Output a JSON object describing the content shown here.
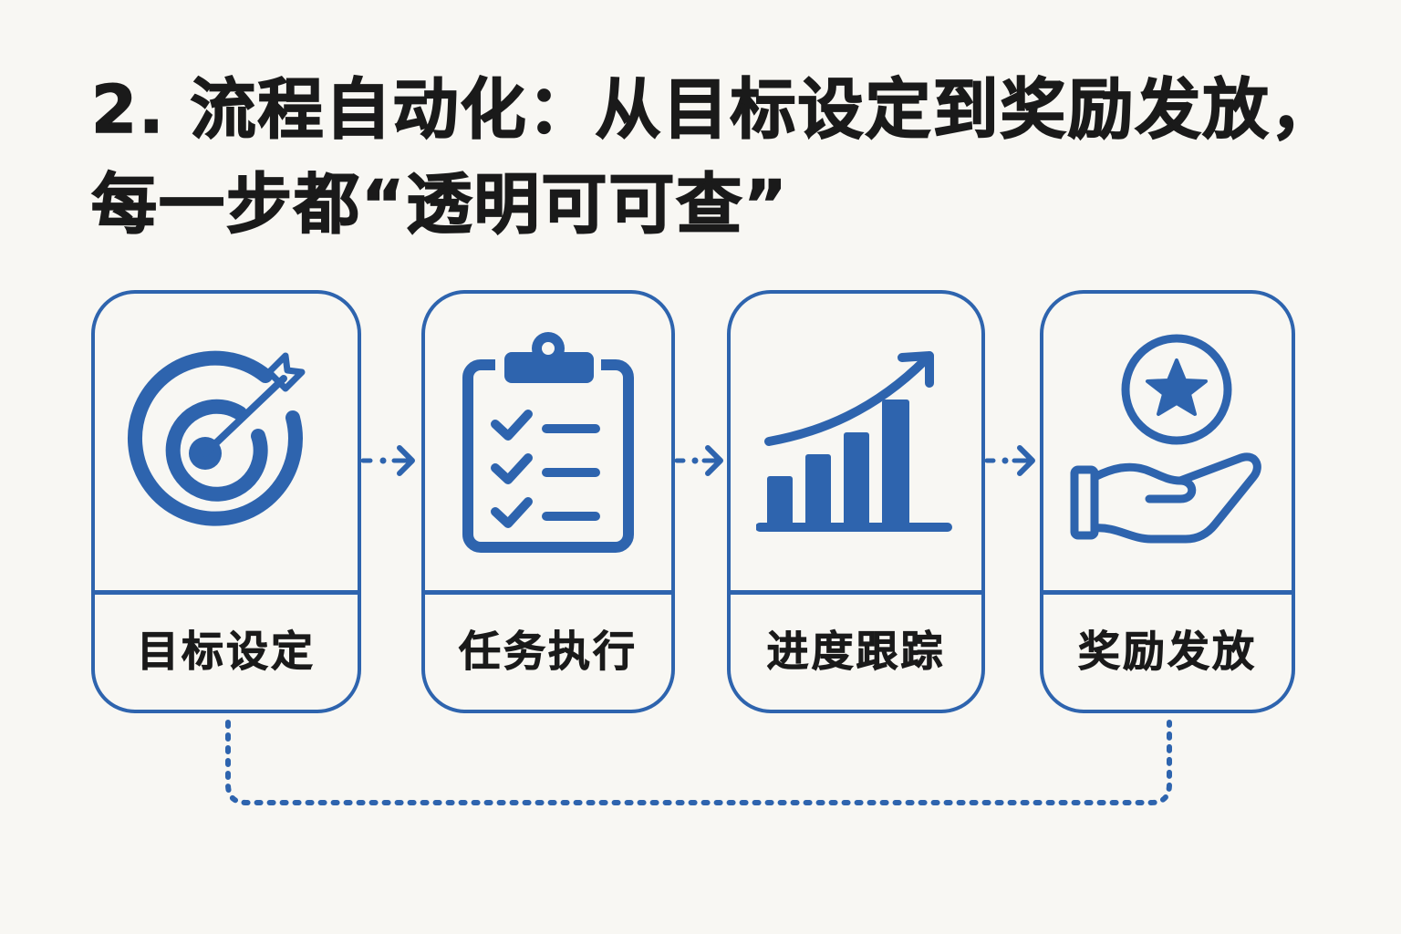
{
  "title": {
    "line1": "2. 流程自动化：从目标设定到奖励发放，",
    "line2": "每一步都“透明可可查”"
  },
  "colors": {
    "accent": "#2E64AE",
    "text": "#1A1A1A",
    "background": "#F8F7F3"
  },
  "steps": [
    {
      "label": "目标设定",
      "icon": "target-arrow-icon"
    },
    {
      "label": "任务执行",
      "icon": "clipboard-checklist-icon"
    },
    {
      "label": "进度跟踪",
      "icon": "growth-bar-chart-icon"
    },
    {
      "label": "奖励发放",
      "icon": "hand-star-coin-icon"
    }
  ],
  "connectors": {
    "between_steps": "dotted-arrow-right",
    "loop": "dotted-return-loop"
  }
}
